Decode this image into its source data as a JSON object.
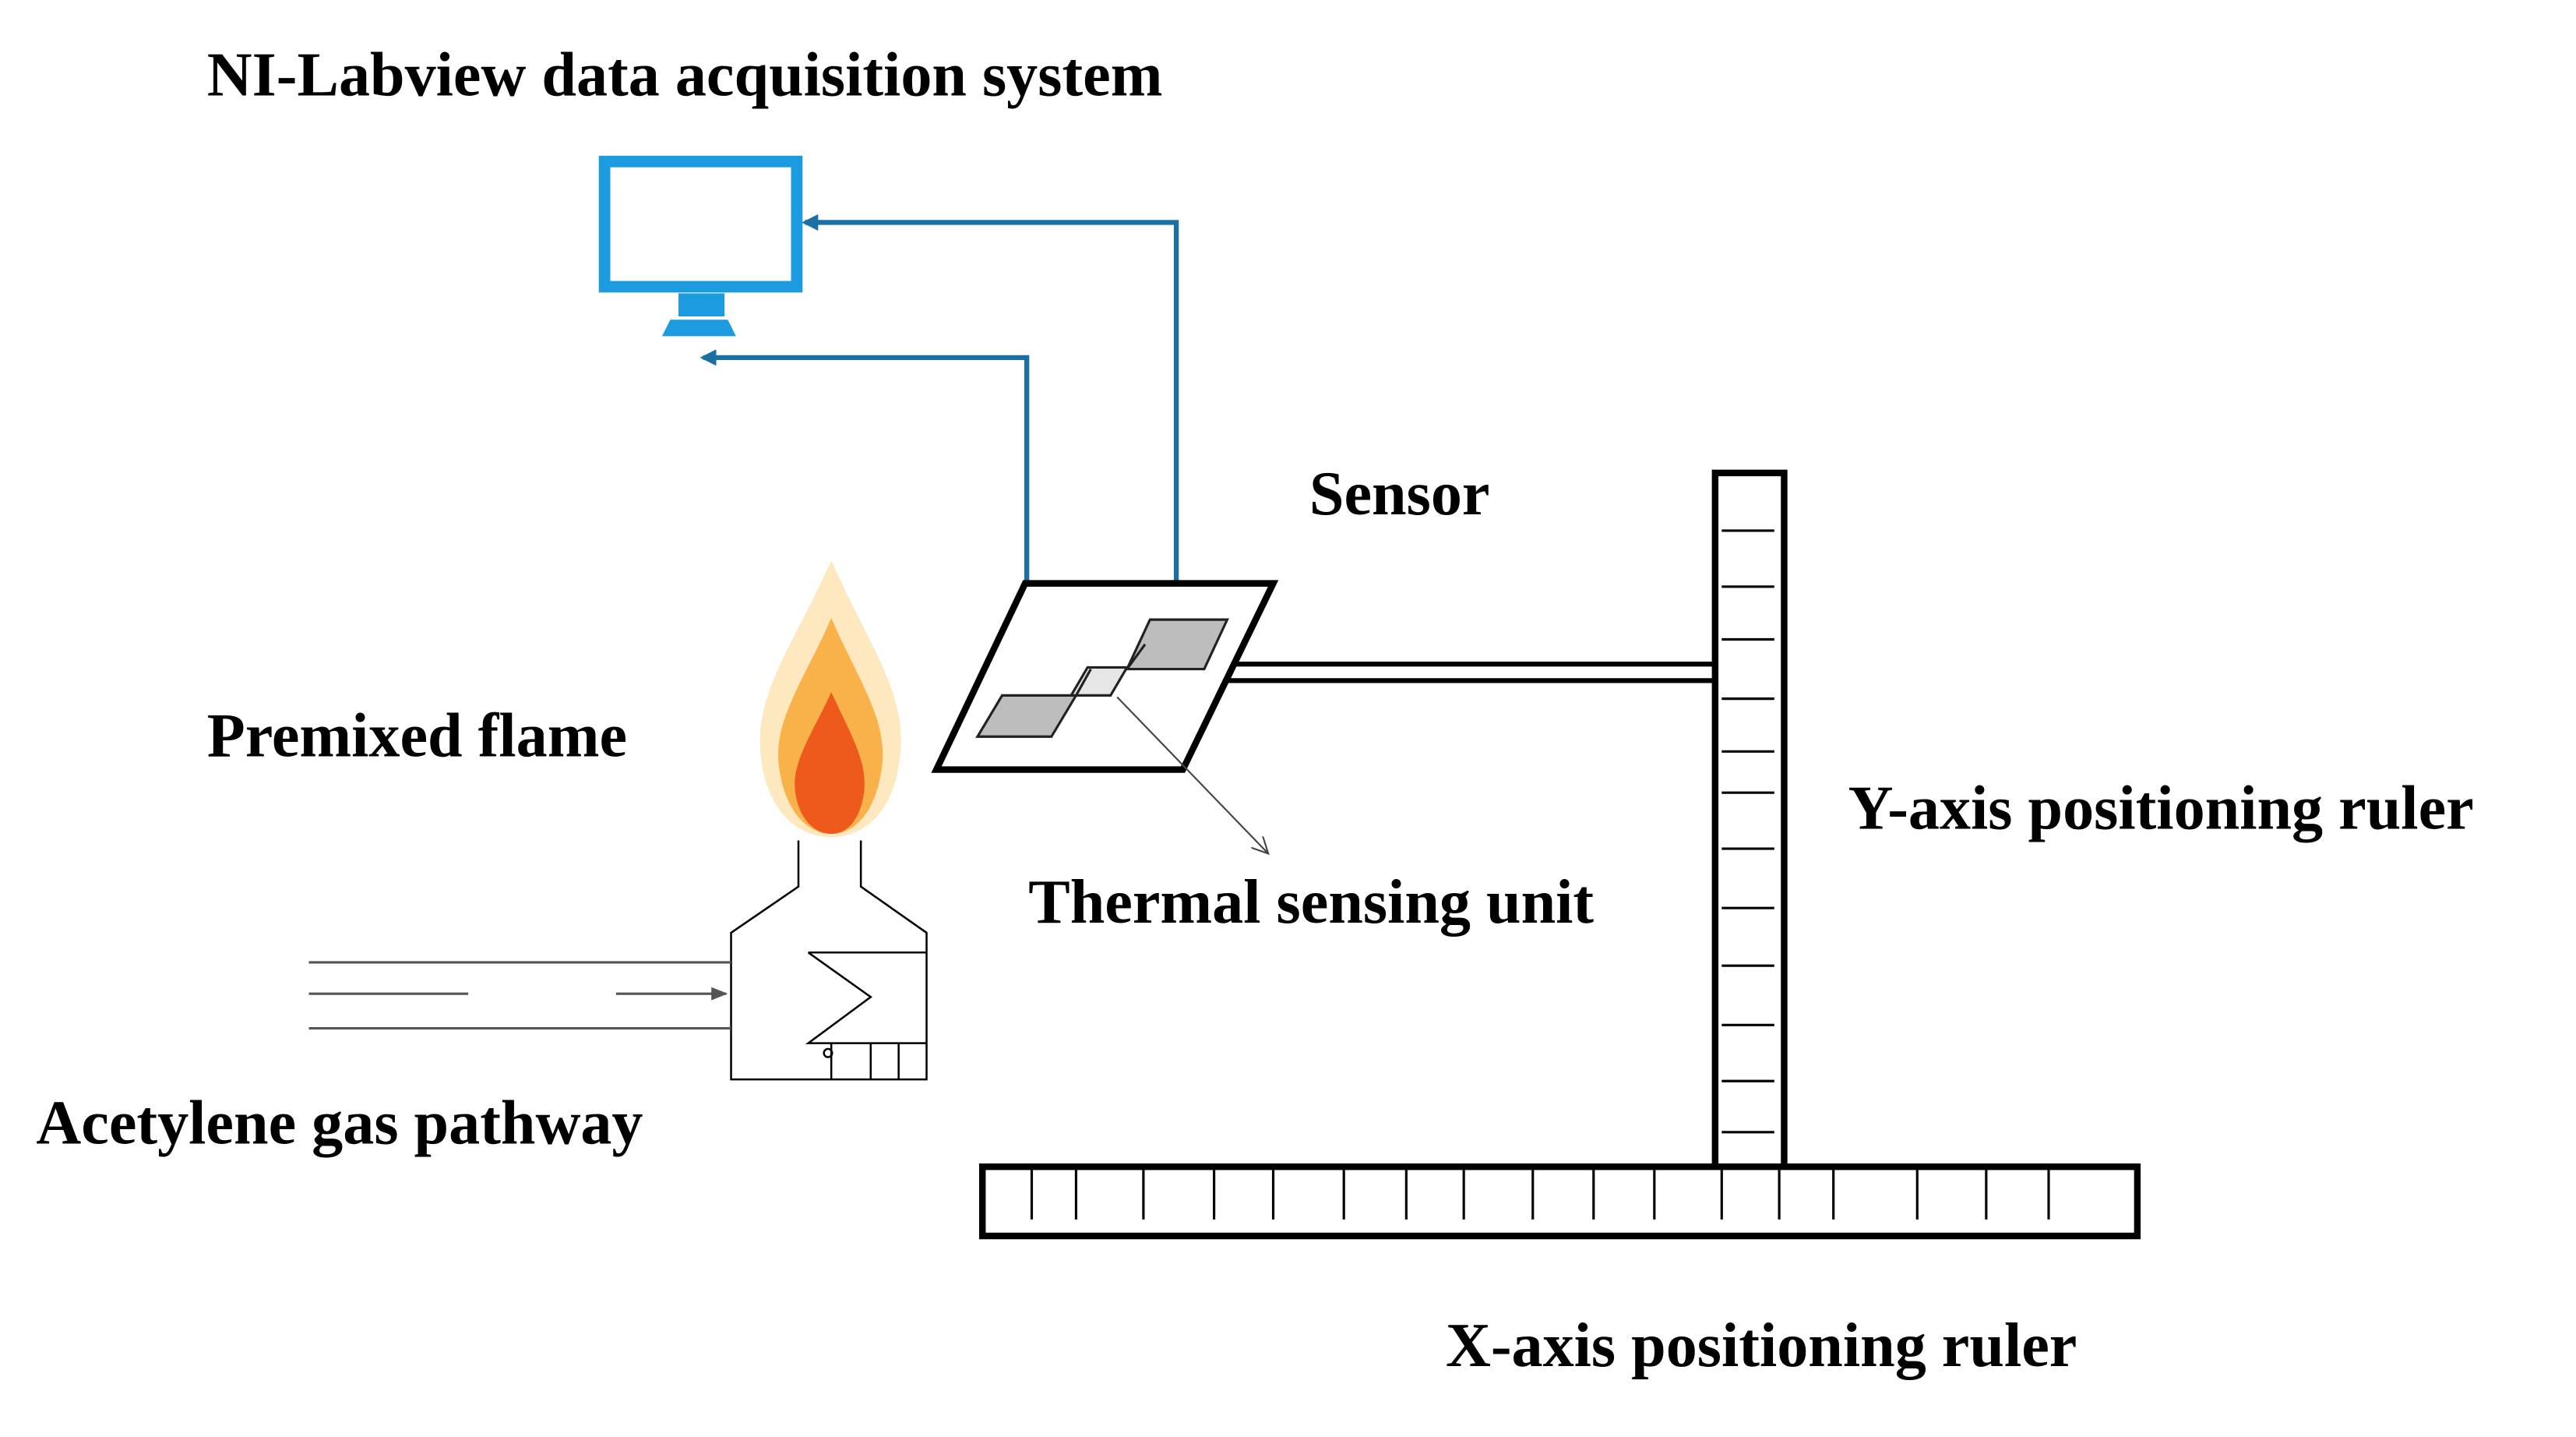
{
  "labels": {
    "system": "NI-Labview data acquisition system",
    "sensor": "Sensor",
    "flame": "Premixed flame",
    "thermal_unit": "Thermal sensing unit",
    "y_ruler": "Y-axis positioning ruler",
    "gas": "Acetylene gas pathway",
    "x_ruler": "X-axis positioning ruler"
  },
  "colors": {
    "wire": "#1a6fa3",
    "monitor": "#1c9be0",
    "sensor_pad": "#bdbdbd",
    "flame_outer": "#fde8c0",
    "flame_mid": "#f9b24a",
    "flame_inner": "#ee5a1c",
    "line": "#000000"
  },
  "icons": {
    "computer": "monitor-icon",
    "flame": "flame-icon",
    "burner": "burner-icon"
  }
}
